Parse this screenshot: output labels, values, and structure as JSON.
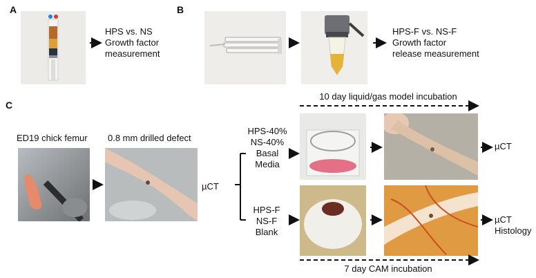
{
  "panels": {
    "a": "A",
    "b": "B",
    "c": "C"
  },
  "panel_a": {
    "text_lines": [
      "HPS vs. NS",
      "Growth factor",
      "measurement"
    ]
  },
  "panel_b": {
    "text_lines": [
      "HPS-F vs. NS-F",
      "Growth factor",
      "release measurement"
    ]
  },
  "panel_c": {
    "femur_label": "ED19 chick femur",
    "defect_label": "0.8 mm drilled defect",
    "uct_label": "µCT",
    "liquid_gas_title": "10 day liquid/gas model incubation",
    "liquid_gas_groups": [
      "HPS-40%",
      "NS-40%",
      "Basal",
      "Media"
    ],
    "cam_groups": [
      "HPS-F",
      "NS-F",
      "Blank"
    ],
    "liquid_gas_outcome": [
      "µCT"
    ],
    "cam_outcome": [
      "µCT",
      "Histology"
    ],
    "cam_title": "7 day CAM incubation"
  }
}
